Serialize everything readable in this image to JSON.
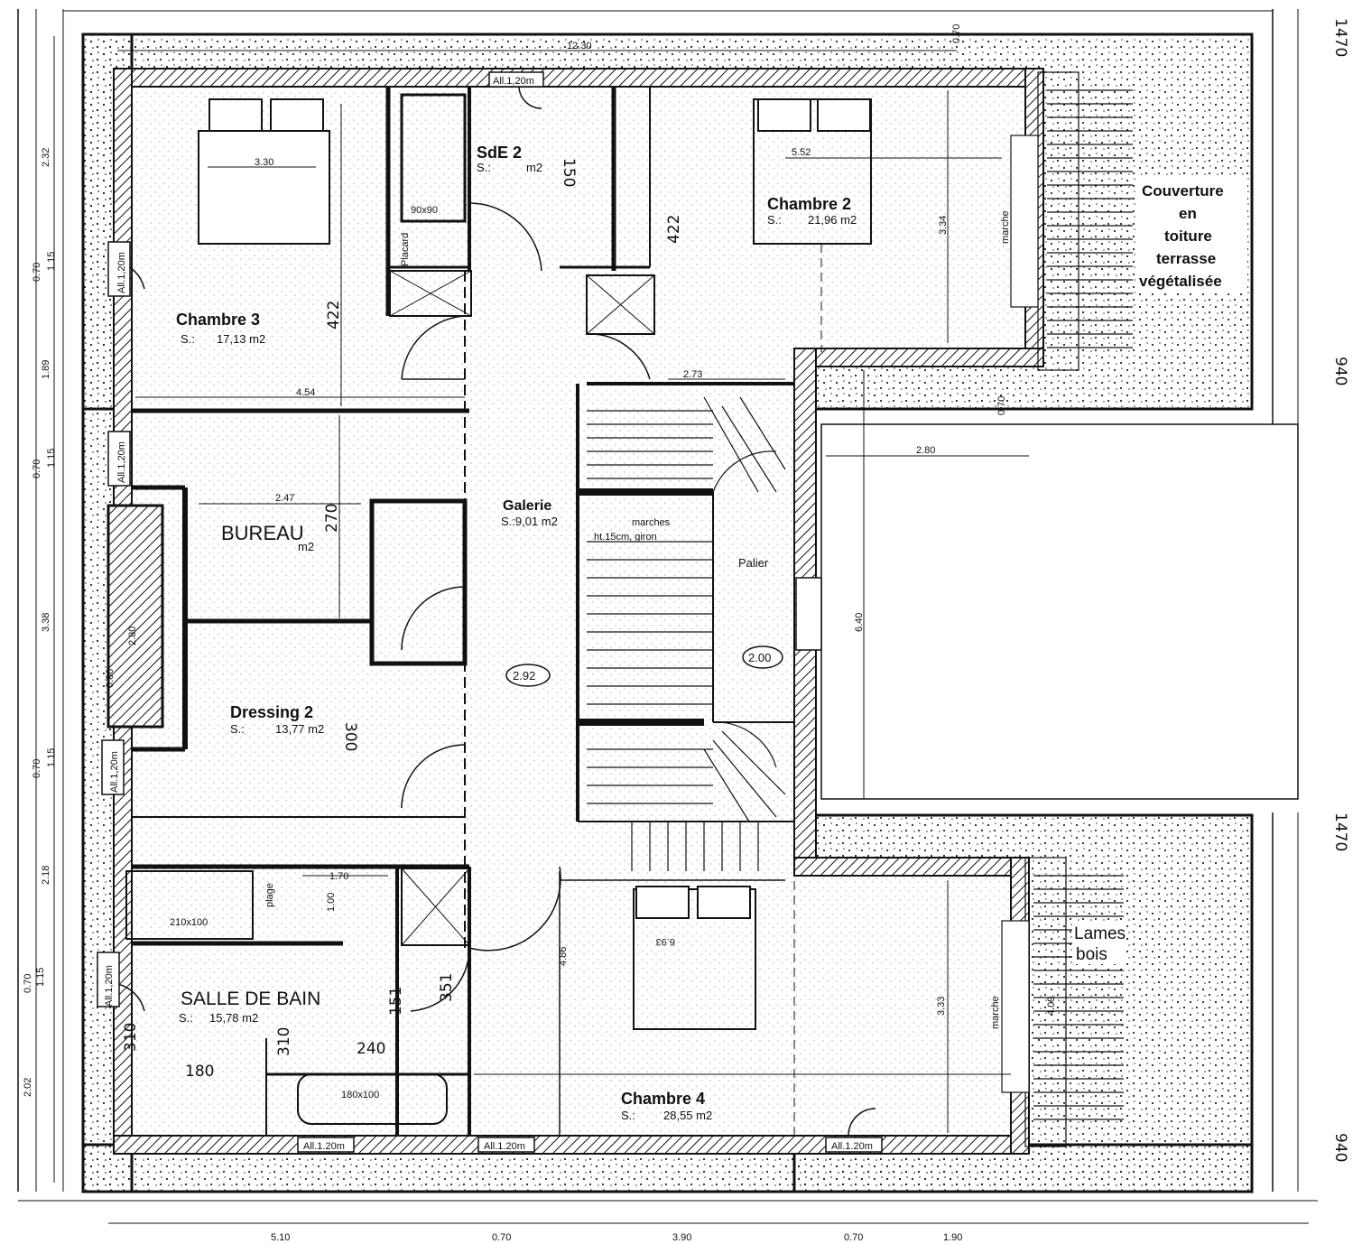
{
  "rooms": {
    "chambre3": {
      "name": "Chambre 3",
      "surface_label": "S.:",
      "surface": "17,13 m2"
    },
    "chambre2": {
      "name": "Chambre 2",
      "surface_label": "S.:",
      "surface": "21,96 m2"
    },
    "sde2": {
      "name": "SdE 2",
      "surface_label": "S.:",
      "surface": "m2"
    },
    "bureau": {
      "name": "BUREAU",
      "surface": "m2"
    },
    "galerie": {
      "name": "Galerie",
      "surface": "S.:9,01 m2",
      "height_mark": "2.92"
    },
    "palier": {
      "name": "Palier",
      "height_mark": "2.00"
    },
    "dressing2": {
      "name": "Dressing 2",
      "surface_label": "S.:",
      "surface": "13,77 m2"
    },
    "salle_de_bain": {
      "name": "SALLE DE BAIN",
      "surface_label": "S.:",
      "surface": "15,78 m2"
    },
    "chambre4": {
      "name": "Chambre 4",
      "surface_label": "S.:",
      "surface": "28,55 m2"
    }
  },
  "stairs": {
    "label1": "marches",
    "label2": "ht.15cm, giron"
  },
  "roof": {
    "line1": "Couverture",
    "line2": "en",
    "line3": "toiture",
    "line4": "terrasse",
    "line5": "végétalisée"
  },
  "deck": {
    "line1": "Lames",
    "line2": "bois"
  },
  "marche_right_top": "marche",
  "marche_right_bottom": "marche",
  "windows": {
    "top": "All.1,20m",
    "left1": "All.1,20m",
    "left2": "All.1,20m",
    "left3": "All.1,20m",
    "left4": "All.1,20m",
    "bottom1": "All.1.20m",
    "bottom2": "All.1.20m",
    "bottom3": "All.1.20m"
  },
  "fixtures": {
    "shower_sde": "90x90",
    "placard": "Placard",
    "bath_top": "210x100",
    "bath_bottom": "180x100",
    "plage": "plage"
  },
  "dimensions": {
    "top_total": "12.30",
    "top_right": "0.70",
    "left": [
      "2.32",
      "0.70",
      "1.15",
      "1.89",
      "0.70",
      "1.15",
      "3.38",
      "0.70",
      "1.15",
      "2.18",
      "0.70",
      "1.15",
      "2.02"
    ],
    "c3_width": "3.30",
    "c3_depth": "4.54",
    "c2_width": "5.52",
    "c2_height": "3.34",
    "corr_width": "2.73",
    "bureau_width": "2.47",
    "bureau_small": "2.80",
    "bureau_small2": "0.80",
    "void_width": "2.80",
    "void_height": "6.40",
    "c4_width": "6.93",
    "c4_height": "3.33",
    "c4_depth": "4.86",
    "deck_depth": "4.09",
    "sdb_width": "1.70",
    "sdb_small": "1.00",
    "vert_mark_top": "0.70",
    "bottom": [
      "5.10",
      "0.70",
      "3.90",
      "0.70",
      "1.90"
    ]
  },
  "handwritten": {
    "h422a": "422",
    "h422b": "422",
    "h270": "270",
    "h300": "300",
    "h351": "351",
    "h151": "151",
    "h240": "240",
    "h310": "310",
    "h180": "180",
    "h310b": "310",
    "h150": "150",
    "margin1": "1470",
    "margin2": "940",
    "margin3": "1470",
    "margin4": "940"
  }
}
